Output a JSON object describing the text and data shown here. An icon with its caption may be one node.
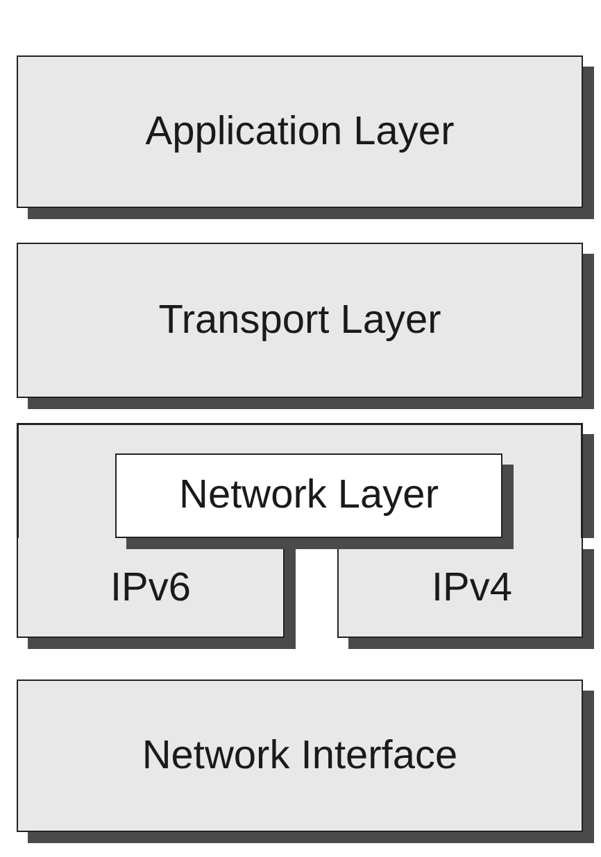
{
  "diagram": {
    "nodes": [
      {
        "text": [
          "Application Layer"
        ]
      },
      {
        "text": [
          "Transport Layer"
        ]
      },
      {
        "text": [
          "Network Layer"
        ]
      },
      {
        "text": [
          "IPv6"
        ]
      },
      {
        "text": [
          "IPv4"
        ]
      },
      {
        "text": [
          "Network Interface"
        ]
      }
    ]
  }
}
